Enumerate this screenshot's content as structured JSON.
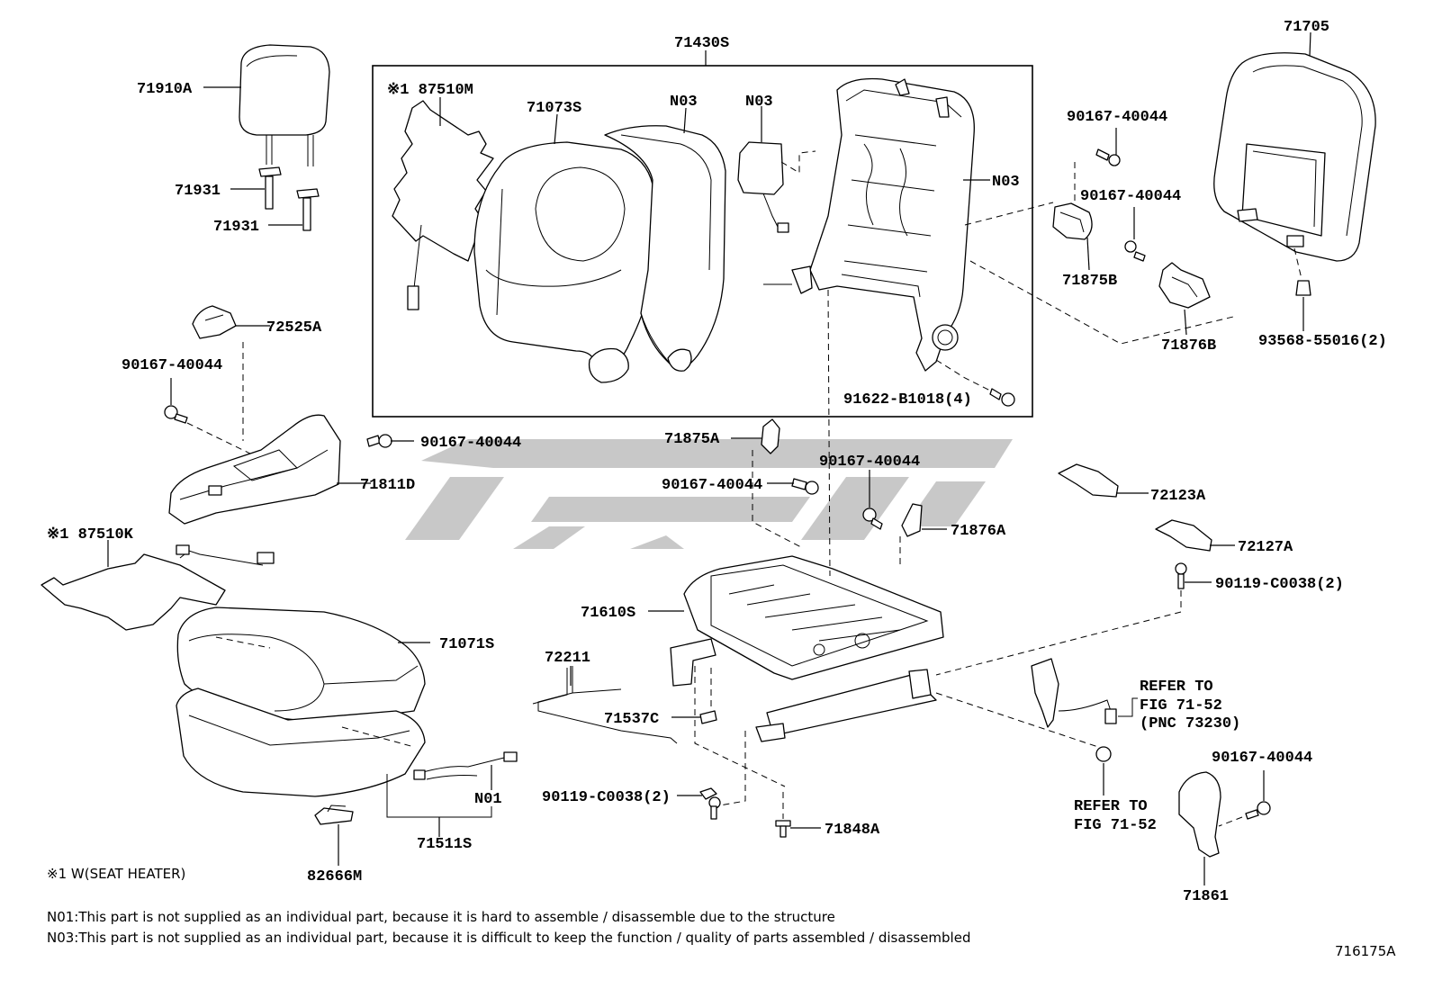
{
  "diagram_code": "716175A",
  "labels": {
    "p71430S": "71430S",
    "p71705": "71705",
    "p71910A": "71910A",
    "p87510M": "※1 87510M",
    "p71073S": "71073S",
    "p_n03_a": "N03",
    "p_n03_b": "N03",
    "p_n03_c": "N03",
    "p90167_a": "90167-40044",
    "p90167_b": "90167-40044",
    "p71931_a": "71931",
    "p71931_b": "71931",
    "p71875B": "71875B",
    "p71876B": "71876B",
    "p93568": "93568-55016(2)",
    "p72525A": "72525A",
    "p90167_c": "90167-40044",
    "p91622": "91622-B1018(4)",
    "p90167_d": "90167-40044",
    "p71875A": "71875A",
    "p71811D": "71811D",
    "p90167_e": "90167-40044",
    "p90167_f": "90167-40044",
    "p72123A": "72123A",
    "p87510K": "※1 87510K",
    "p71876A": "71876A",
    "p72127A": "72127A",
    "p90119_a": "90119-C0038(2)",
    "p71610S": "71610S",
    "p71071S": "71071S",
    "p72211": "72211",
    "p71537C": "71537C",
    "p_n01": "N01",
    "p90119_b": "90119-C0038(2)",
    "p71848A": "71848A",
    "p71511S": "71511S",
    "p82666M": "82666M",
    "p90167_g": "90167-40044",
    "p71861": "71861",
    "refer_a_1": "REFER TO",
    "refer_a_2": "FIG 71-52",
    "refer_a_3": "(PNC 73230)",
    "refer_b_1": "REFER TO",
    "refer_b_2": "FIG 71-52"
  },
  "notes": {
    "w_note": "※1 W(SEAT HEATER)",
    "n01": "N01:This part is not supplied as an individual part, because it is hard to assemble / disassemble due to the structure",
    "n03": "N03:This part is not supplied as an individual part, because it is difficult to keep the function / quality of parts assembled / disassembled"
  }
}
